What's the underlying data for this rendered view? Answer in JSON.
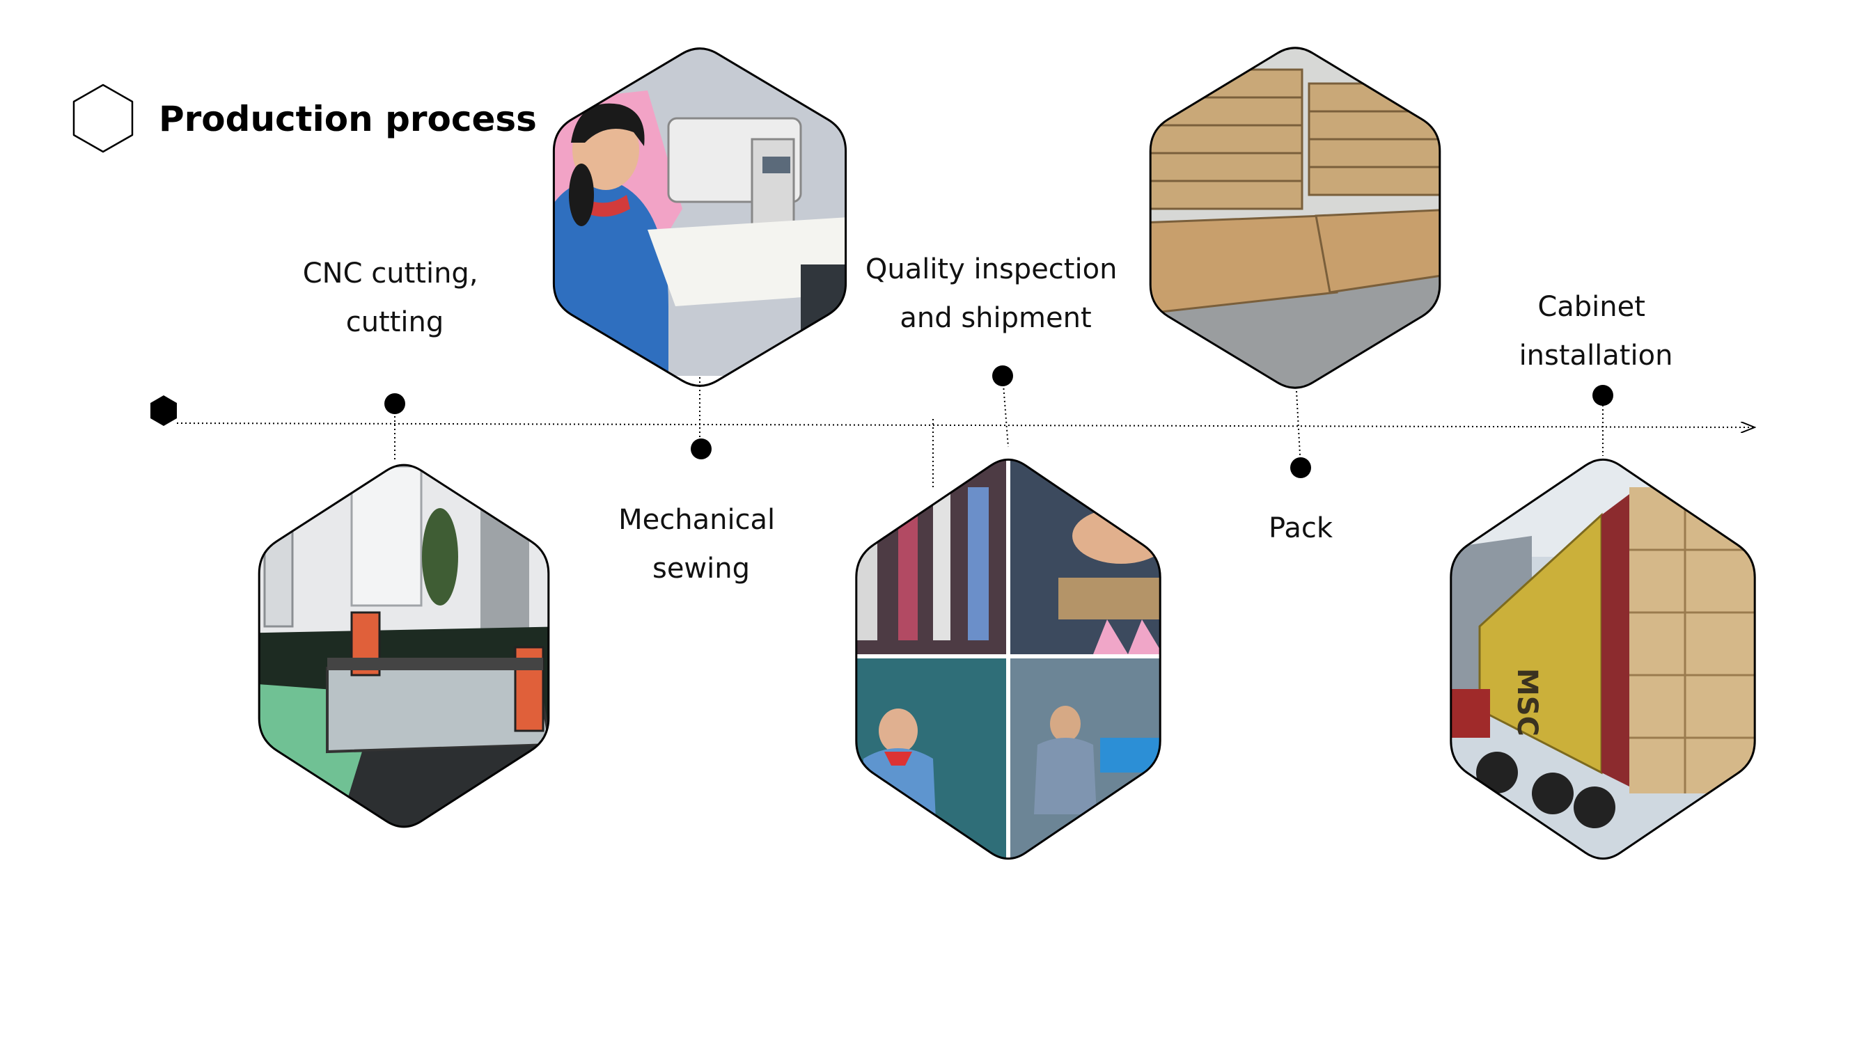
{
  "header": {
    "title": "Production process",
    "icon": "hexagon-outline-icon"
  },
  "colors": {
    "line": "#000000",
    "text": "#111111",
    "background": "#ffffff"
  },
  "steps": [
    {
      "id": "cnc-cutting",
      "lines": [
        "CNC cutting,",
        "cutting"
      ],
      "photo": "cnc-cutting-machine-photo"
    },
    {
      "id": "mechanical-sewing",
      "lines": [
        "Mechanical",
        "sewing"
      ],
      "photo": "sewing-machine-worker-photo"
    },
    {
      "id": "quality-inspection",
      "lines": [
        "Quality inspection",
        "and shipment"
      ],
      "photo": "workshop-collage-photo"
    },
    {
      "id": "pack",
      "lines": [
        "Pack"
      ],
      "photo": "stacked-cartons-photo"
    },
    {
      "id": "cabinet-installation",
      "lines": [
        "Cabinet",
        "installation"
      ],
      "photo": "shipping-container-truck-photo"
    }
  ]
}
